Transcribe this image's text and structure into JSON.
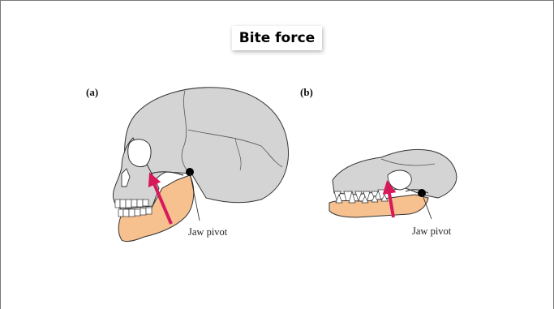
{
  "slide": {
    "title": "Bite force"
  },
  "panels": [
    {
      "label": "(a)",
      "callout": "Jaw pivot"
    },
    {
      "label": "(b)",
      "callout": "Jaw pivot"
    }
  ],
  "colors": {
    "bone": "#d4d4d4",
    "jaw": "#f6c08f",
    "force_arrow": "#d8185a",
    "outline": "#333333"
  }
}
